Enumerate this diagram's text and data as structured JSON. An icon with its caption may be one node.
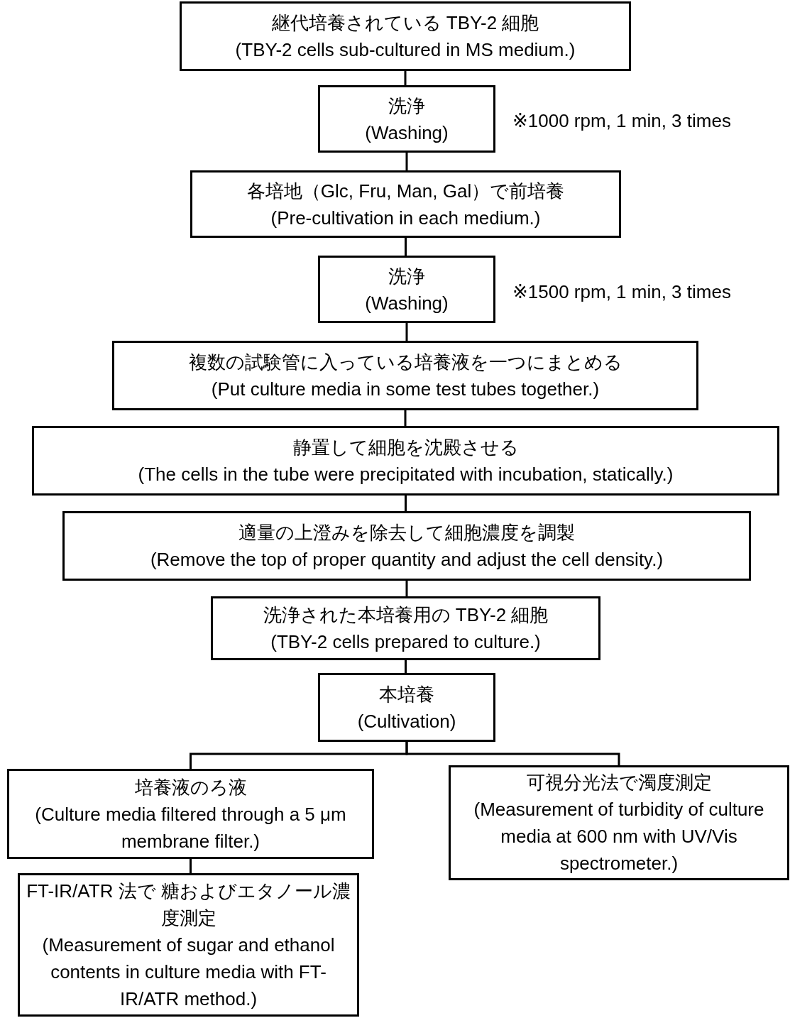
{
  "diagram": {
    "nodes": [
      {
        "text": [
          "継代培養されている TBY-2 細胞",
          "(TBY-2 cells sub-cultured in MS medium.)"
        ]
      },
      {
        "text": [
          "洗浄",
          "(Washing)"
        ],
        "beside": [
          "※1000 rpm, 1 min, 3 times"
        ]
      },
      {
        "text": [
          "各培地（Glc, Fru, Man, Gal）で前培養",
          "(Pre-cultivation in each medium.)"
        ]
      },
      {
        "text": [
          "洗浄",
          "(Washing)"
        ],
        "beside": [
          "※1500 rpm, 1 min, 3 times"
        ]
      },
      {
        "text": [
          "複数の試験管に入っている培養液を一つにまとめる",
          "(Put culture media in some test tubes together.)"
        ]
      },
      {
        "text": [
          "静置して細胞を沈殿させる",
          "(The cells in the tube were precipitated with incubation, statically.)"
        ]
      },
      {
        "text": [
          "適量の上澄みを除去して細胞濃度を調製",
          "(Remove the top of proper quantity and adjust the cell density.)"
        ]
      },
      {
        "text": [
          "洗浄された本培養用の TBY-2 細胞",
          "(TBY-2 cells prepared to culture.)"
        ]
      },
      {
        "text": [
          "本培養",
          "(Cultivation)"
        ]
      },
      {
        "text": [
          "培養液のろ液",
          "(Culture media filtered through a 5 μm membrane filter.)"
        ]
      },
      {
        "text": [
          "可視分光法で濁度測定",
          "(Measurement of turbidity of culture media at 600 nm with UV/Vis spectrometer.)"
        ]
      },
      {
        "text": [
          "FT-IR/ATR 法で 糖およびエタノール濃度測定",
          "(Measurement of sugar and ethanol contents in culture media with FT-IR/ATR method.)"
        ]
      }
    ],
    "edges": [
      {
        "from": 0,
        "to": 1,
        "arrow": "none"
      },
      {
        "from": 1,
        "to": 2,
        "arrow": "none"
      },
      {
        "from": 2,
        "to": 3,
        "arrow": "none"
      },
      {
        "from": 3,
        "to": 4,
        "arrow": "none"
      },
      {
        "from": 4,
        "to": 5,
        "arrow": "none"
      },
      {
        "from": 5,
        "to": 6,
        "arrow": "none"
      },
      {
        "from": 6,
        "to": 7,
        "arrow": "none"
      },
      {
        "from": 7,
        "to": 8,
        "arrow": "none"
      },
      {
        "from": 8,
        "to": 9,
        "arrow": "none"
      },
      {
        "from": 8,
        "to": 10,
        "arrow": "none"
      },
      {
        "from": 9,
        "to": 11,
        "arrow": "none"
      }
    ]
  }
}
